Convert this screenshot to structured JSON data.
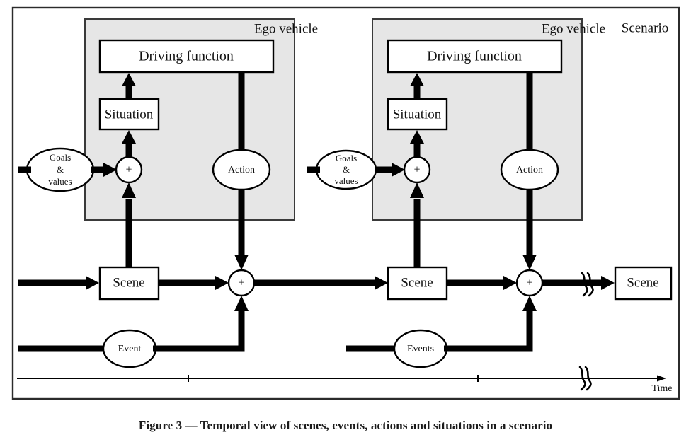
{
  "figure": {
    "caption": "Figure 3 — Temporal view of scenes, events, actions and situations in a scenario",
    "scenario_label": "Scenario",
    "axis": {
      "label": "Time",
      "ticks": 2,
      "break_symbol": "squiggle"
    }
  },
  "clusters": [
    {
      "id": "cluster-1",
      "ego_label": "Ego vehicle",
      "driving_function_label": "Driving function",
      "situation_label": "Situation",
      "goals_label_line1": "Goals",
      "goals_label_line2": "&",
      "goals_label_line3": "values",
      "action_label": "Action",
      "sum_label": "+",
      "scene_label": "Scene",
      "event_label": "Event",
      "scene_sum_label": "+"
    },
    {
      "id": "cluster-2",
      "ego_label": "Ego vehicle",
      "driving_function_label": "Driving function",
      "situation_label": "Situation",
      "goals_label_line1": "Goals",
      "goals_label_line2": "&",
      "goals_label_line3": "values",
      "action_label": "Action",
      "sum_label": "+",
      "scene_label": "Scene",
      "event_label": "Events",
      "scene_sum_label": "+"
    }
  ],
  "final_scene": {
    "scene_label": "Scene"
  },
  "colors": {
    "ego_fill": "#e6e6e6",
    "stroke": "#000000",
    "frame_stroke": "#2b2b2b",
    "background": "#ffffff"
  }
}
